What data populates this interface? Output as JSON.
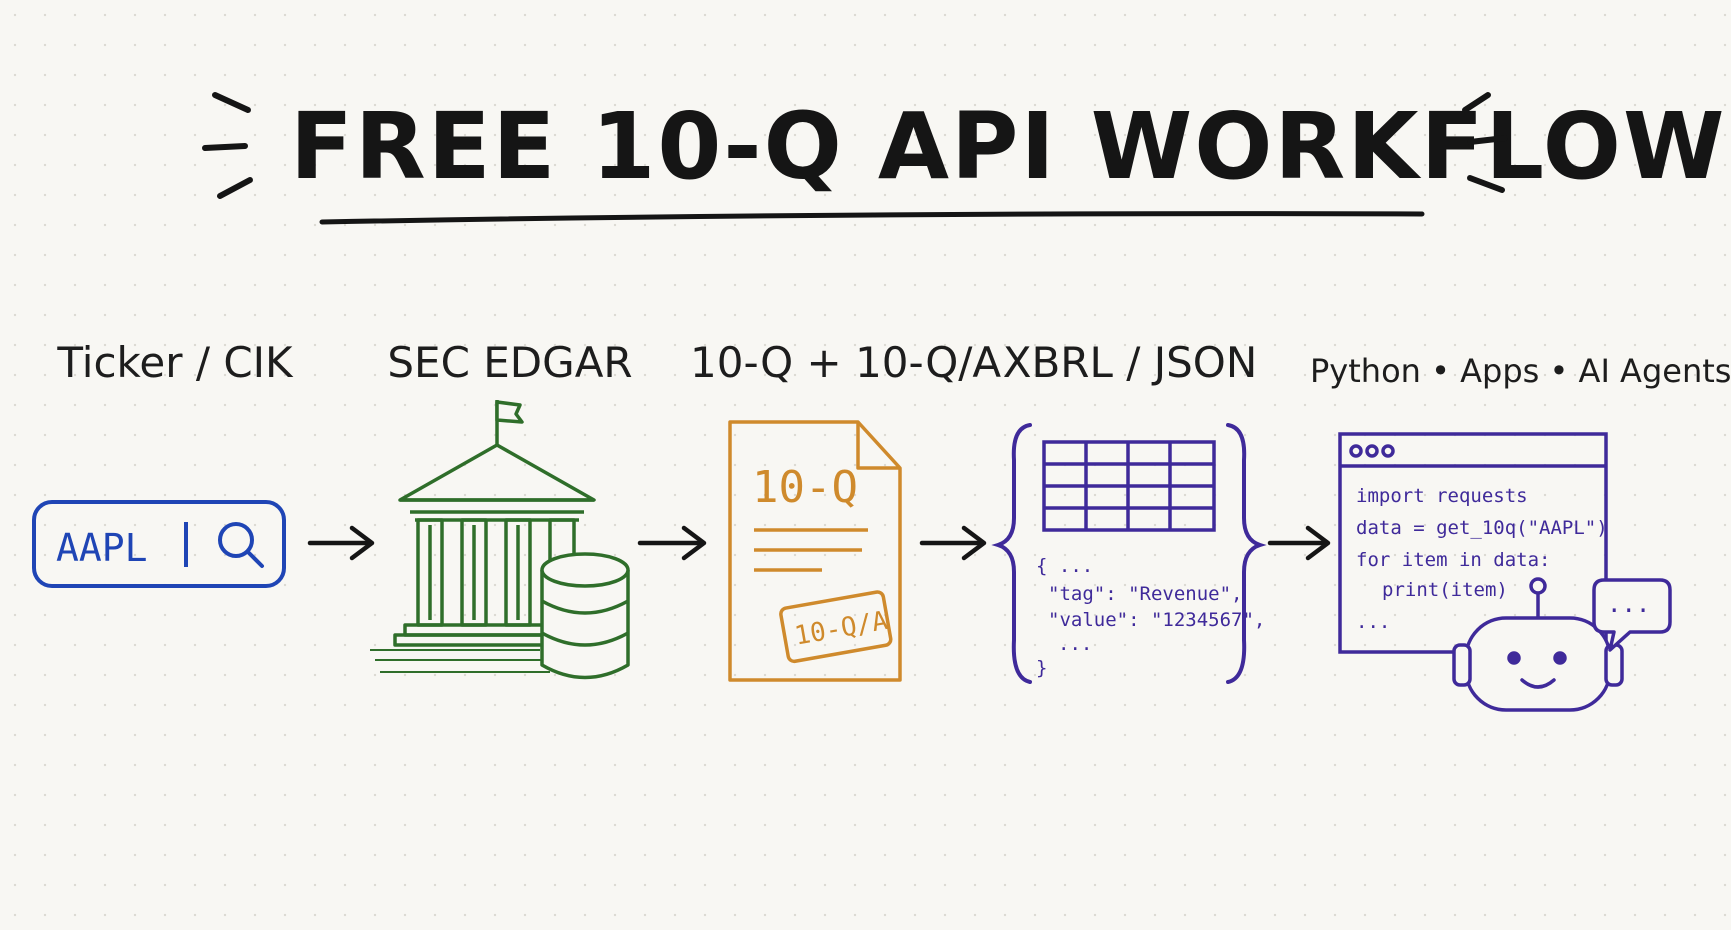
{
  "title": "FREE 10-Q API WORKFLOW",
  "steps": [
    {
      "label": "Ticker / CIK"
    },
    {
      "label": "SEC EDGAR"
    },
    {
      "label": "10-Q + 10-Q/A"
    },
    {
      "label": "XBRL / JSON"
    },
    {
      "label": "Python • Apps • AI Agents"
    }
  ],
  "search": {
    "value": "AAPL",
    "icon": "magnifier-icon"
  },
  "document": {
    "heading": "10-Q",
    "stamp": "10-Q/A"
  },
  "json_snippet": {
    "open": "{ ...",
    "tag_line": "\"tag\": \"Revenue\",",
    "value_line": "\"value\": \"1234567\",",
    "ellipsis": "...",
    "close": "}"
  },
  "code_window": {
    "line1": "import requests",
    "line2": "data = get_10q(\"AAPL\")",
    "line3": "for item in data:",
    "line4": "print(item)",
    "line5": "..."
  },
  "chat_bubble": "...",
  "colors": {
    "ink": "#151515",
    "blue": "#1f45b5",
    "green": "#2f6e2a",
    "orange": "#cf8a2c",
    "purple": "#3f2a9a"
  }
}
